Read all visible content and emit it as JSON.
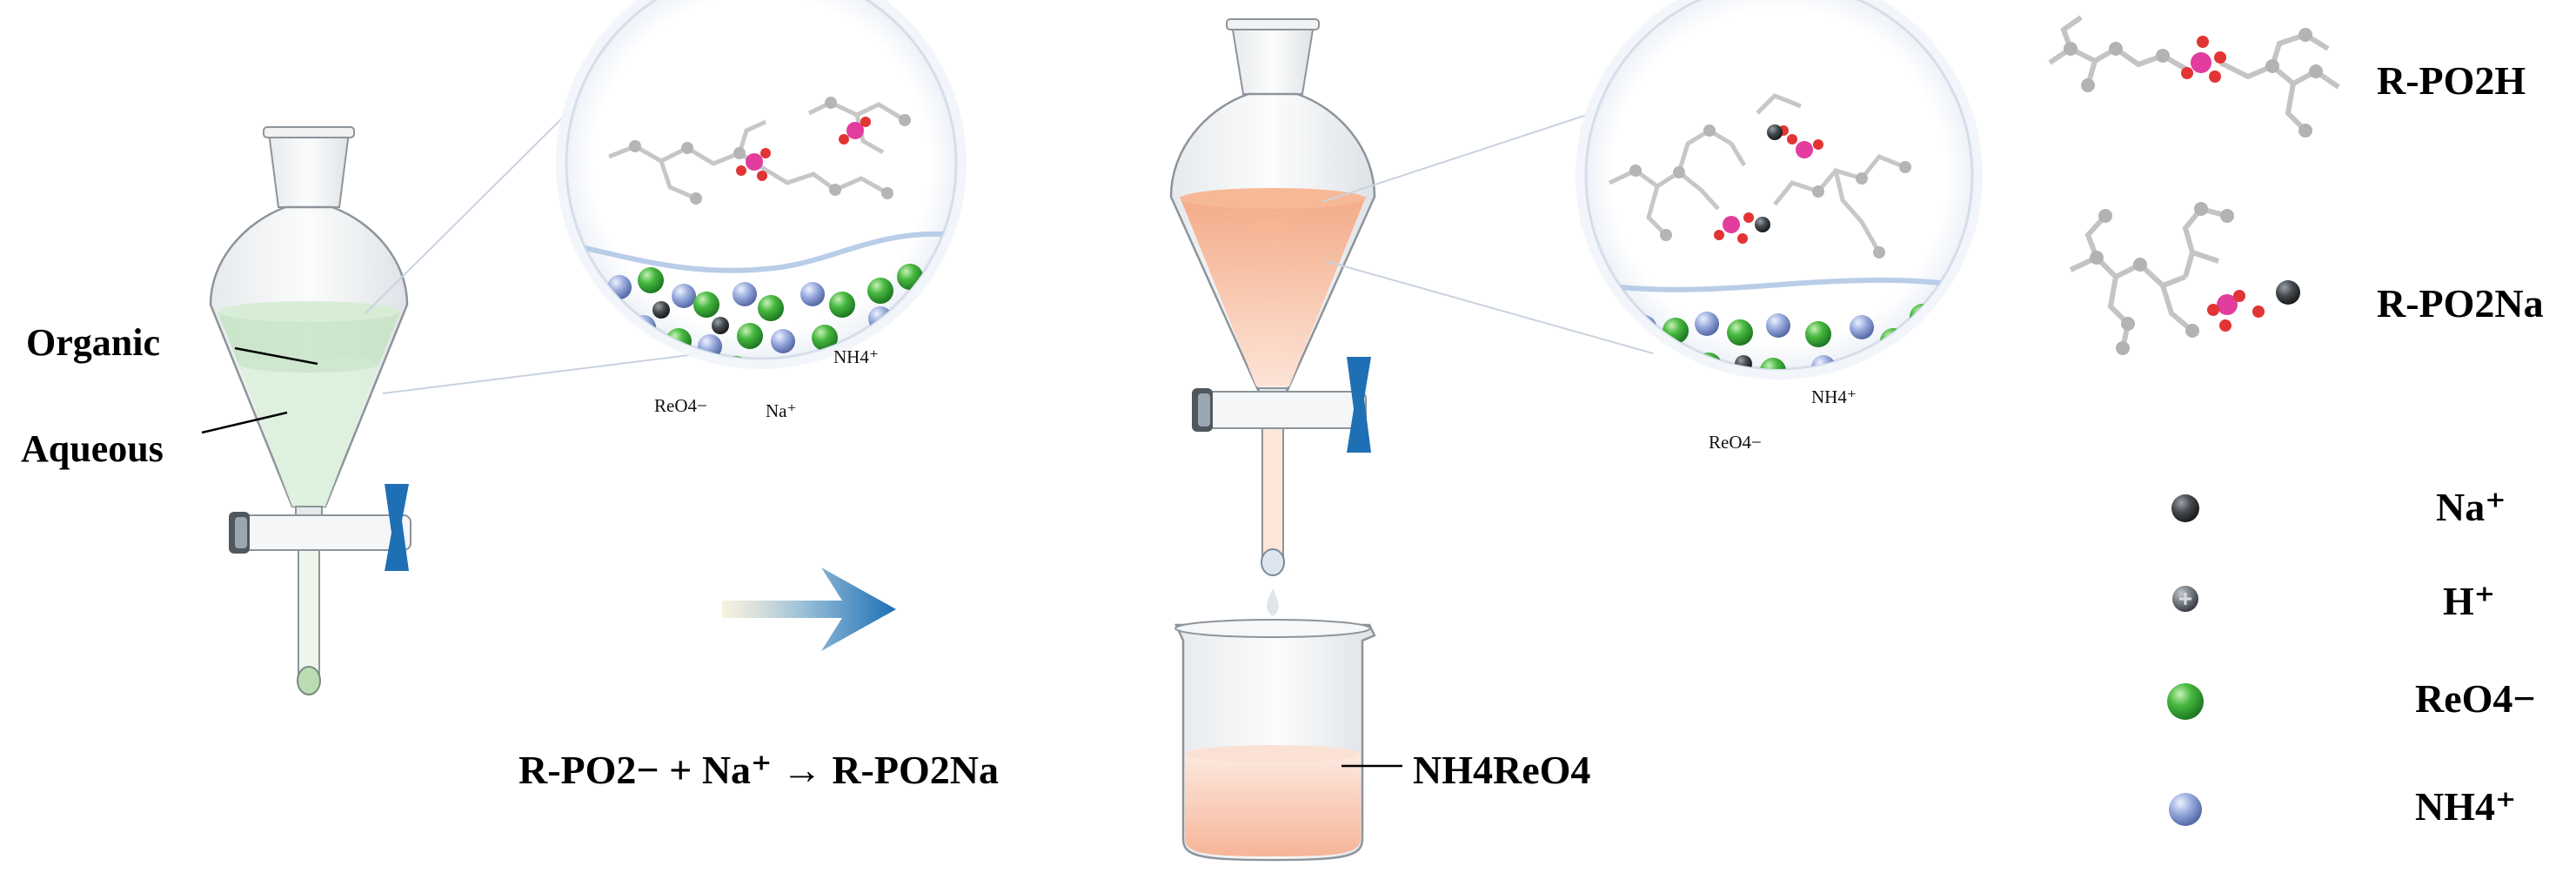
{
  "labels": {
    "organic": "Organic",
    "aqueous": "Aqueous",
    "product": "NH4ReO4",
    "equation": "R-PO2− + Na⁺ → R-PO2Na"
  },
  "zoom_labels": {
    "left": {
      "reo4": "ReO4−",
      "na": "Na⁺",
      "nh4": "NH4⁺"
    },
    "right": {
      "nh4": "NH4⁺",
      "reo4": "ReO4−"
    }
  },
  "legend": [
    {
      "icon": "r-po2h-molecule",
      "label": "R-PO2H"
    },
    {
      "icon": "r-po2na-molecule",
      "label": "R-PO2Na"
    },
    {
      "icon": "na-ion-sphere",
      "label": "Na⁺",
      "color": "#3f4346"
    },
    {
      "icon": "h-ion-sphere",
      "label": "H⁺",
      "color": "#6d737a"
    },
    {
      "icon": "reo4-ion-sphere",
      "label": "ReO4−",
      "color": "#3fae3a"
    },
    {
      "icon": "nh4-ion-sphere",
      "label": "NH4⁺",
      "color": "#8fa3d8"
    }
  ],
  "colors": {
    "organic_phase": "#cfe6cf",
    "loaded_organic_phase": "#f6b89a",
    "stopcock_handle": "#1f6fb5",
    "arrow_start": "#f2e6c8",
    "arrow_end": "#1e6fb6",
    "interface_line": "#b9cde8"
  }
}
